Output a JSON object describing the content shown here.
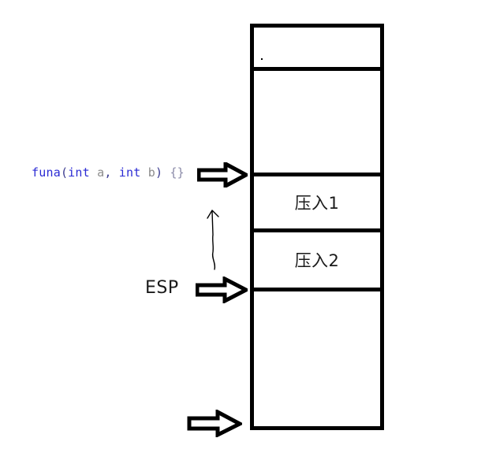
{
  "diagram": {
    "title": "Stack push diagram",
    "background_color": "#ffffff",
    "line_color": "#000000"
  },
  "code_label": {
    "full_text": "funa(int a, int b) {}",
    "tokens": [
      {
        "text": "funa",
        "role": "function-name",
        "color": "#2b2bd4"
      },
      {
        "text": "(",
        "role": "punctuation",
        "color": "#3b3b8f"
      },
      {
        "text": "int",
        "role": "keyword",
        "color": "#2b2bd4"
      },
      {
        "text": " a",
        "role": "variable",
        "color": "#8c8c8c"
      },
      {
        "text": ",",
        "role": "punctuation",
        "color": "#3b3b8f"
      },
      {
        "text": " int",
        "role": "keyword",
        "color": "#2b2bd4"
      },
      {
        "text": " b",
        "role": "variable",
        "color": "#8c8c8c"
      },
      {
        "text": ")",
        "role": "punctuation",
        "color": "#3b3b8f"
      },
      {
        "text": " {}",
        "role": "brace",
        "color": "#8a8aa8"
      }
    ]
  },
  "esp": {
    "label": "ESP"
  },
  "stack": {
    "cells": [
      {
        "label": "",
        "name": "stack-cell-top"
      },
      {
        "label": "",
        "name": "stack-cell-free-upper"
      },
      {
        "label": "压入1",
        "name": "stack-cell-push-1"
      },
      {
        "label": "压入2",
        "name": "stack-cell-push-2"
      },
      {
        "label": "",
        "name": "stack-cell-free-lower"
      }
    ]
  },
  "arrows": {
    "function_pointer": {
      "name": "arrow-to-function-frame",
      "direction": "right"
    },
    "esp_pointer": {
      "name": "arrow-esp-pointer",
      "direction": "right"
    },
    "bottom_pointer": {
      "name": "arrow-stack-bottom",
      "direction": "right"
    },
    "growth_curve": {
      "name": "arrow-stack-growth-up",
      "direction": "up"
    }
  }
}
